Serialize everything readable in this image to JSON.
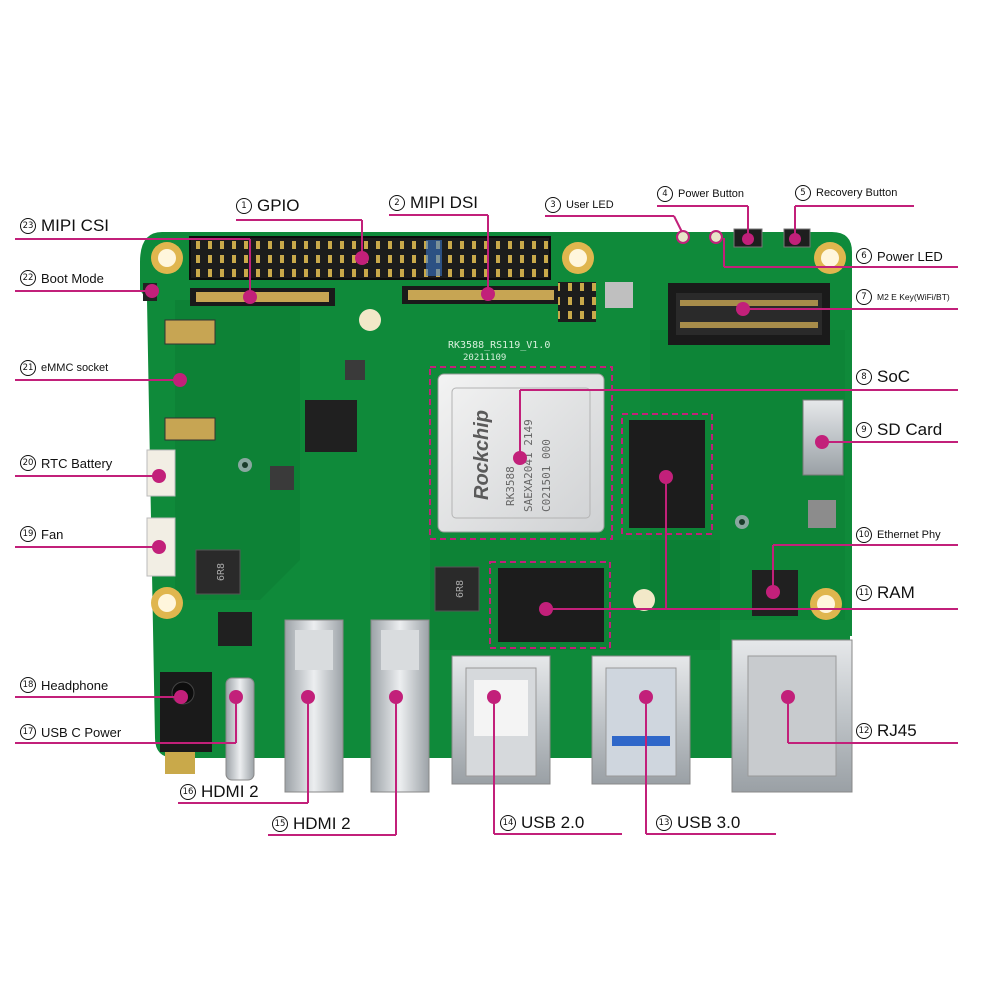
{
  "callout_color": "#c2207a",
  "board": {
    "pcb_color": "#0f8a3a",
    "soc_marking": {
      "brand": "Rockchip",
      "model": "RK3588",
      "line2": "SAEXA2041  2149",
      "line3": "C021501 000"
    },
    "silkscreen": {
      "board_id": "RK3588_RS119_V1.0",
      "date": "20211109"
    },
    "inductor_marking": "6R8"
  },
  "callouts": [
    {
      "number": "1",
      "label": "GPIO",
      "size": "lg"
    },
    {
      "number": "2",
      "label": "MIPI DSI",
      "size": "lg"
    },
    {
      "number": "3",
      "label": "User LED",
      "size": "sm"
    },
    {
      "number": "4",
      "label": "Power Button",
      "size": "sm"
    },
    {
      "number": "5",
      "label": "Recovery Button",
      "size": "sm"
    },
    {
      "number": "6",
      "label": "Power LED",
      "size": "md"
    },
    {
      "number": "7",
      "label": "M2 E Key(WiFi/BT)",
      "size": "xs"
    },
    {
      "number": "8",
      "label": "SoC",
      "size": "lg"
    },
    {
      "number": "9",
      "label": "SD Card",
      "size": "lg"
    },
    {
      "number": "10",
      "label": "Ethernet Phy",
      "size": "sm"
    },
    {
      "number": "11",
      "label": "RAM",
      "size": "lg"
    },
    {
      "number": "12",
      "label": "RJ45",
      "size": "lg"
    },
    {
      "number": "13",
      "label": "USB 3.0",
      "size": "lg"
    },
    {
      "number": "14",
      "label": "USB 2.0",
      "size": "lg"
    },
    {
      "number": "15",
      "label": "HDMI 2",
      "size": "lg"
    },
    {
      "number": "16",
      "label": "HDMI 2",
      "size": "lg"
    },
    {
      "number": "17",
      "label": "USB C Power",
      "size": "md"
    },
    {
      "number": "18",
      "label": "Headphone",
      "size": "md"
    },
    {
      "number": "19",
      "label": "Fan",
      "size": "md"
    },
    {
      "number": "20",
      "label": "RTC Battery",
      "size": "md"
    },
    {
      "number": "21",
      "label": "eMMC socket",
      "size": "sm"
    },
    {
      "number": "22",
      "label": "Boot Mode",
      "size": "md"
    },
    {
      "number": "23",
      "label": "MIPI CSI",
      "size": "lg"
    }
  ]
}
